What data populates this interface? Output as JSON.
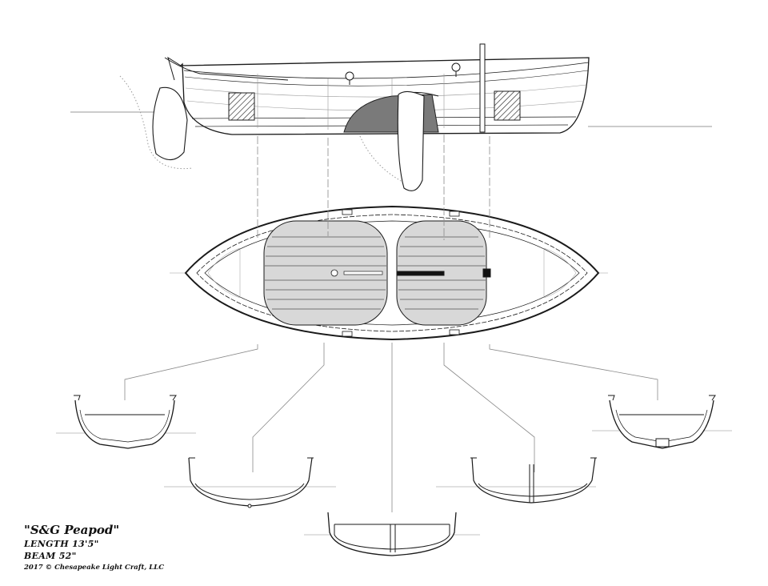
{
  "title_block": {
    "title": "\"S&G Peapod\"",
    "length": "LENGTH 13'5\"",
    "beam": "BEAM 52\"",
    "copyright": "2017 © Chesapeake Light Craft, LLC"
  },
  "colors": {
    "line": "#1a1a1a",
    "leader": "#8a8a8a",
    "hull_fill": "#ffffff",
    "deck_fill": "#d8d8d8",
    "sail_fill": "#7a7a7a"
  }
}
